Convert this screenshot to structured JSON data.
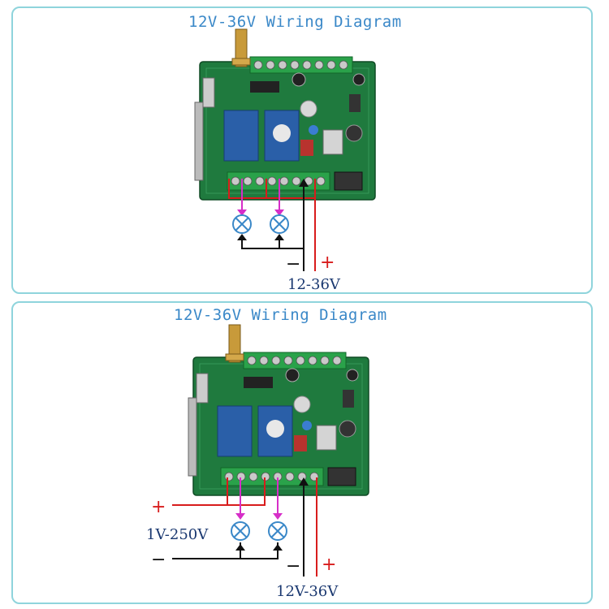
{
  "diagrams": [
    {
      "title": "12V-36V Wiring Diagram",
      "supply_label": "12-36V",
      "minus_sign": "−",
      "plus_sign": "+"
    },
    {
      "title": "12V-36V Wiring Diagram",
      "supply_label": "12V-36V",
      "load_label": "1V-250V",
      "minus_sign": "−",
      "plus_sign": "+",
      "load_minus_sign": "−",
      "load_plus_sign": "+"
    }
  ],
  "colors": {
    "title": "#3a88c8",
    "frame": "#8fd4dc",
    "pcb": "#1f7a3e",
    "relay": "#2a5fa8",
    "terminal": "#2aa24a",
    "wire_red": "#d81c1c",
    "wire_magenta": "#d62ec8",
    "wire_black": "#111111",
    "label": "#1a3870"
  },
  "icons": [
    "antenna-icon",
    "relay-icon",
    "lamp-icon",
    "terminal-block-icon"
  ]
}
